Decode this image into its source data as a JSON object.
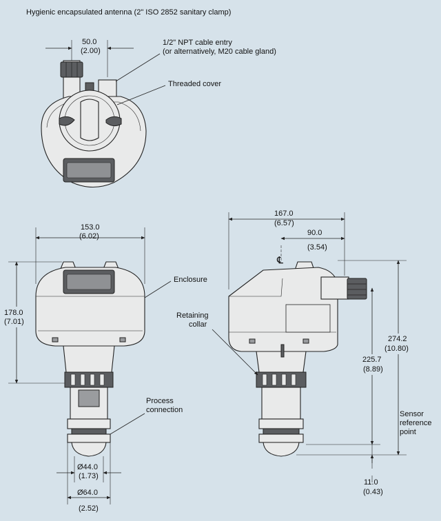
{
  "title": "Hygienic encapsulated antenna (2\" ISO 2852 sanitary clamp)",
  "labels": {
    "cable_entry_1": "1/2\" NPT cable entry",
    "cable_entry_2": "(or alternatively, M20 cable gland)",
    "threaded_cover": "Threaded cover",
    "enclosure": "Enclosure",
    "retaining_1": "Retaining",
    "retaining_2": "collar",
    "process_1": "Process",
    "process_2": "connection",
    "sensor_1": "Sensor",
    "sensor_2": "reference",
    "sensor_3": "point",
    "centerline": "℄"
  },
  "dims": {
    "top_width_mm": "50.0",
    "top_width_in": "(2.00)",
    "front_width_mm": "153.0",
    "front_width_in": "(6.02)",
    "front_height_mm": "178.0",
    "front_height_in": "(7.01)",
    "side_width_mm": "167.0",
    "side_width_in": "(6.57)",
    "side_offset_mm": "90.0",
    "side_offset_in": "(3.54)",
    "total_height_mm": "274.2",
    "total_height_in": "(10.80)",
    "collar_height_mm": "225.7",
    "collar_height_in": "(8.89)",
    "inner_dia_mm": "Ø44.0",
    "inner_dia_in": "(1.73)",
    "outer_dia_mm": "Ø64.0",
    "outer_dia_in": "(2.52)",
    "tip_mm": "11.0",
    "tip_in": "(0.43)"
  }
}
